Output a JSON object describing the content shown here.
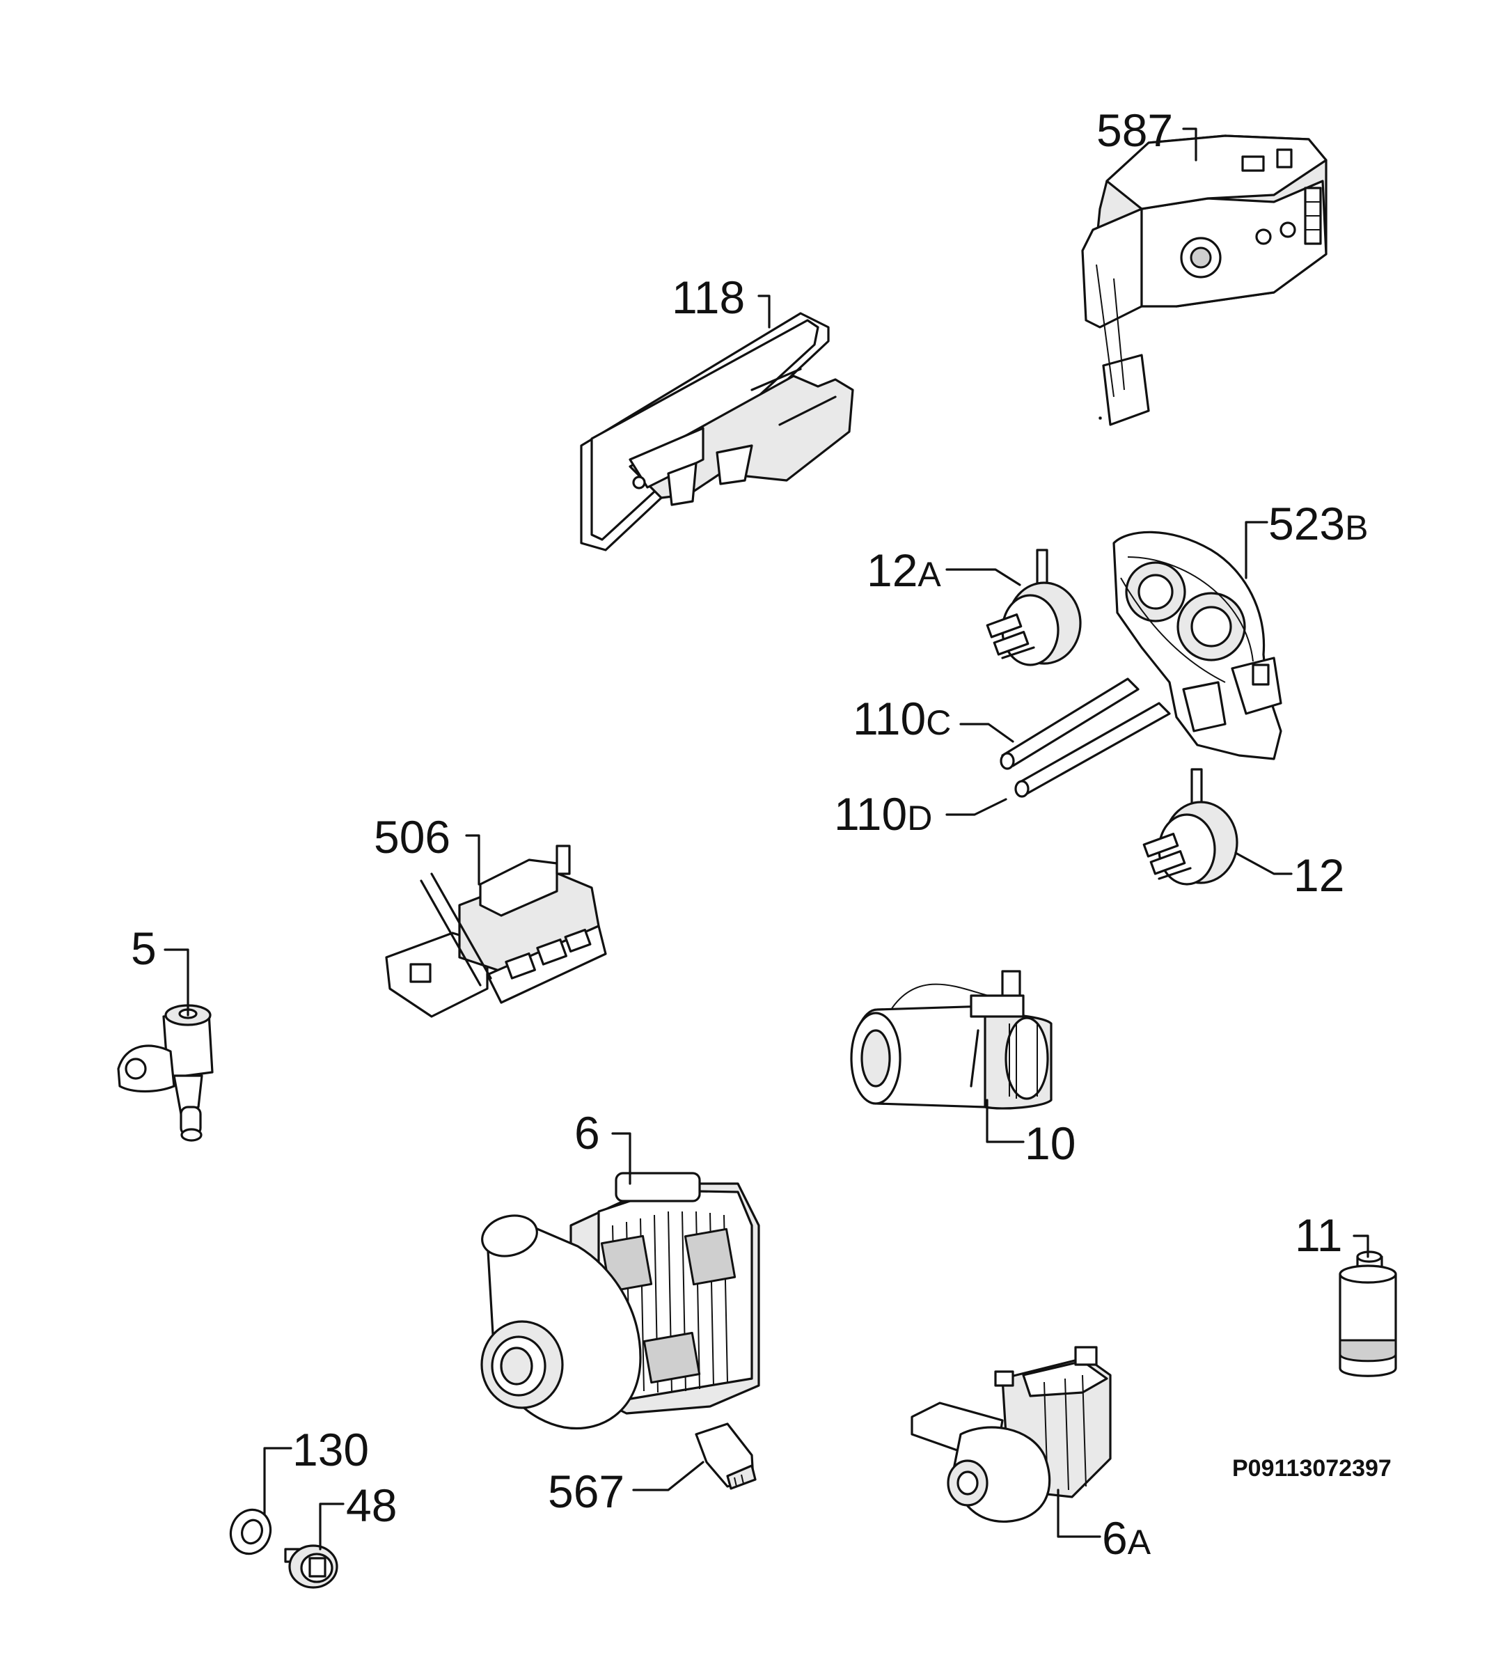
{
  "diagram": {
    "reference_code": "P09113072397",
    "parts": [
      {
        "id": "587",
        "number": "587",
        "suffix": ""
      },
      {
        "id": "118",
        "number": "118",
        "suffix": ""
      },
      {
        "id": "523B",
        "number": "523",
        "suffix": "B"
      },
      {
        "id": "12A",
        "number": "12",
        "suffix": "A"
      },
      {
        "id": "110C",
        "number": "110",
        "suffix": "C"
      },
      {
        "id": "110D",
        "number": "110",
        "suffix": "D"
      },
      {
        "id": "12",
        "number": "12",
        "suffix": ""
      },
      {
        "id": "506",
        "number": "506",
        "suffix": ""
      },
      {
        "id": "5",
        "number": "5",
        "suffix": ""
      },
      {
        "id": "10",
        "number": "10",
        "suffix": ""
      },
      {
        "id": "6",
        "number": "6",
        "suffix": ""
      },
      {
        "id": "11",
        "number": "11",
        "suffix": ""
      },
      {
        "id": "130",
        "number": "130",
        "suffix": ""
      },
      {
        "id": "48",
        "number": "48",
        "suffix": ""
      },
      {
        "id": "567",
        "number": "567",
        "suffix": ""
      },
      {
        "id": "6A",
        "number": "6",
        "suffix": "A"
      }
    ]
  }
}
